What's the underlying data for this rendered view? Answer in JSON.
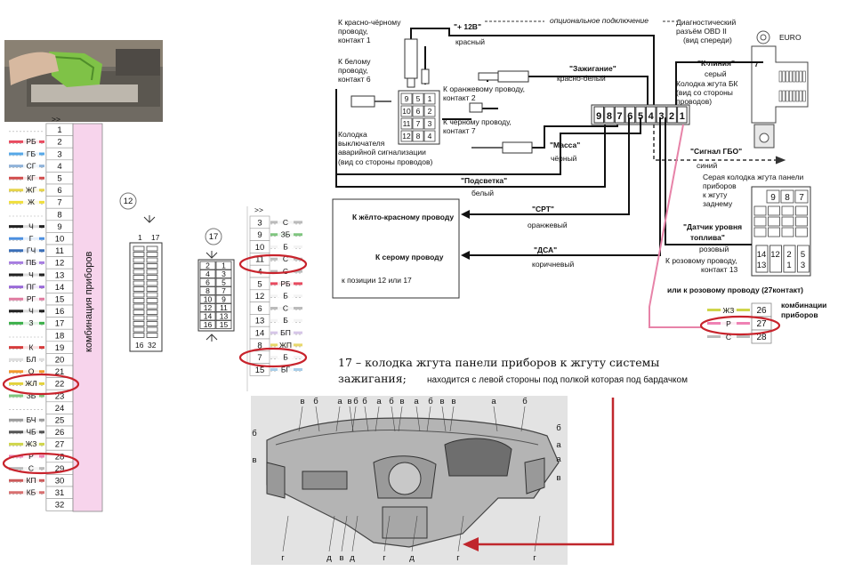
{
  "main_connector": {
    "title": "комбинация приборов",
    "pins": [
      {
        "n": "1",
        "code": "-"
      },
      {
        "n": "2",
        "code": "РБ"
      },
      {
        "n": "3",
        "code": "ГБ"
      },
      {
        "n": "4",
        "code": "СГ"
      },
      {
        "n": "5",
        "code": "КГ"
      },
      {
        "n": "6",
        "code": "ЖГ"
      },
      {
        "n": "7",
        "code": "Ж"
      },
      {
        "n": "8",
        "code": "-"
      },
      {
        "n": "9",
        "code": "Ч"
      },
      {
        "n": "10",
        "code": "Г"
      },
      {
        "n": "11",
        "code": "ГЧ"
      },
      {
        "n": "12",
        "code": "ПБ"
      },
      {
        "n": "13",
        "code": "Ч"
      },
      {
        "n": "14",
        "code": "ПГ"
      },
      {
        "n": "15",
        "code": "РГ"
      },
      {
        "n": "16",
        "code": "Ч"
      },
      {
        "n": "17",
        "code": "З"
      },
      {
        "n": "18",
        "code": "-"
      },
      {
        "n": "19",
        "code": "К"
      },
      {
        "n": "20",
        "code": "БЛ"
      },
      {
        "n": "21",
        "code": "О"
      },
      {
        "n": "22",
        "code": "ЖЛ"
      },
      {
        "n": "23",
        "code": "ЗБ"
      },
      {
        "n": "24",
        "code": "-"
      },
      {
        "n": "25",
        "code": "БЧ"
      },
      {
        "n": "26",
        "code": "ЧБ"
      },
      {
        "n": "27",
        "code": "ЖЗ"
      },
      {
        "n": "28",
        "code": "Р"
      },
      {
        "n": "29",
        "code": "С"
      },
      {
        "n": "30",
        "code": "КП"
      },
      {
        "n": "31",
        "code": "КБ"
      },
      {
        "n": "32",
        "code": ""
      }
    ],
    "highlighted": [
      "22",
      "28"
    ]
  },
  "connector_12": {
    "label": "12",
    "top_left": "1",
    "top_right": "17",
    "bottom_left": "16",
    "bottom_right": "32"
  },
  "connector_17": {
    "label": "17",
    "cells": [
      "2",
      "1",
      "4",
      "3",
      "6",
      "5",
      "8",
      "7",
      "10",
      "9",
      "12",
      "11",
      "14",
      "13",
      "16",
      "15"
    ]
  },
  "connector_17_pins": {
    "pins": [
      {
        "n": "3",
        "code": "С"
      },
      {
        "n": "9",
        "code": "ЗБ"
      },
      {
        "n": "10",
        "code": "Б"
      },
      {
        "n": "11",
        "code": "С"
      },
      {
        "n": "4",
        "code": "С"
      },
      {
        "n": "5",
        "code": "РБ"
      },
      {
        "n": "12",
        "code": "Б"
      },
      {
        "n": "6",
        "code": "С"
      },
      {
        "n": "13",
        "code": "Б"
      },
      {
        "n": "14",
        "code": "БП"
      },
      {
        "n": "8",
        "code": "ЖП"
      },
      {
        "n": "7",
        "code": "Б"
      },
      {
        "n": "15",
        "code": "БГ"
      }
    ],
    "highlighted": [
      "11",
      "8"
    ]
  },
  "wiring": {
    "red_black_wire": "К красно-чёрному проводу, контакт 1",
    "plus_12v": "\"+ 12В\"",
    "plus_12v_color": "красный",
    "optional": "опциональное подключение",
    "obd_title": "Диагностический разъём OBD II (вид спереди)",
    "euro": "EURO",
    "k_line": "\"К-линия\"",
    "k_line_color": "серый",
    "k_line_pin": "7",
    "white_wire": "К белому проводу, контакт 6",
    "ignition": "\"Зажигание\"",
    "ignition_color": "красно-белый",
    "orange_wire": "К оранжевому проводу, контакт 2",
    "bk_harness": "Колодка жгута БК (вид со стороны проводов)",
    "hazard_block": "Колодка выключателя аварийной сигнализации (вид со стороны проводов)",
    "black_wire": "К чёрному проводу, контакт 7",
    "mass": "\"Масса\"",
    "mass_color": "чёрный",
    "hazard_cells": [
      "9",
      "5",
      "1",
      "10",
      "6",
      "2",
      "11",
      "7",
      "3",
      "12",
      "8",
      "4"
    ],
    "bk_pins": [
      "9",
      "8",
      "7",
      "6",
      "5",
      "4",
      "3",
      "2",
      "1"
    ],
    "gbo": "\"Сигнал ГБО\"",
    "gbo_color": "синий",
    "backlight": "\"Подсветка\"",
    "backlight_color": "белый",
    "grey_block": "Серая колодка жгута панели приборов к жгуту заднему",
    "grey_block_top": [
      "9",
      "8",
      "7"
    ],
    "grey_block_bottom": [
      "14",
      "12",
      "13",
      "2",
      "1",
      "5",
      "3"
    ],
    "fuel": "\"Датчик уровня топлива\"",
    "fuel_color": "розовый",
    "pink_wire": "К розовому проводу, контакт 13",
    "srt_target": "К жёлто-красному проводу",
    "srt": "\"СРТ\"",
    "srt_color": "оранжевый",
    "dsa_target": "К серому проводу",
    "dsa": "\"ДСА\"",
    "dsa_color": "коричневый",
    "positions": "к позиции 12 или 17",
    "or_pink": "или к розовому проводу (27контакт)",
    "cluster": "комбинации приборов",
    "cluster_pins": [
      {
        "n": "26",
        "code": "ЖЗ"
      },
      {
        "n": "27",
        "code": "Р"
      },
      {
        "n": "28",
        "code": "С"
      }
    ]
  },
  "caption": {
    "line1": "17 – колодка жгута панели приборов к жгуту системы",
    "line2": "зажигания;",
    "note": "находится с левой стороны под полкой которая под бардачком"
  },
  "dashboard": {
    "top_labels": [
      "в",
      "б",
      "а",
      "в",
      "б",
      "б",
      "а",
      "б",
      "в",
      "а",
      "б",
      "в",
      "в",
      "а",
      "б"
    ],
    "left_labels": [
      "б",
      "в"
    ],
    "right_labels": [
      "б",
      "а",
      "а",
      "в"
    ],
    "bottom_labels": [
      "г",
      "д",
      "в",
      "д",
      "г",
      "д",
      "г",
      "г"
    ]
  },
  "colors": {
    "highlight": "#c8232c",
    "pink_wire": "#e783a8",
    "panel_pink": "#f7d4ec",
    "arrow": "#c0272d"
  }
}
